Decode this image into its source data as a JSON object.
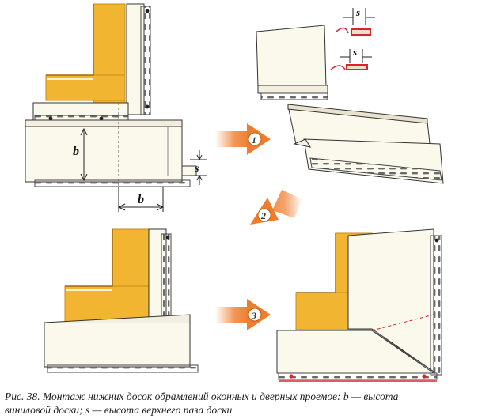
{
  "labels": {
    "b_vertical": "b",
    "b_horizontal": "b",
    "s_left": "s",
    "s_top": "s",
    "s_mid": "s"
  },
  "steps": [
    "1",
    "2",
    "3"
  ],
  "caption": {
    "line1": "Рис. 38. Монтаж нижних досок обрамлений оконных и дверных проемов: b — высота",
    "line2": "виниловой доски; s — высота верхнего паза доски"
  },
  "colors": {
    "trim_orange": "#f2b531",
    "trim_dark": "#c98a12",
    "board_cream": "#fbf8ec",
    "arrow_orange": "#ee7d2d",
    "red_accent": "#d8252c",
    "ink": "#222222"
  }
}
